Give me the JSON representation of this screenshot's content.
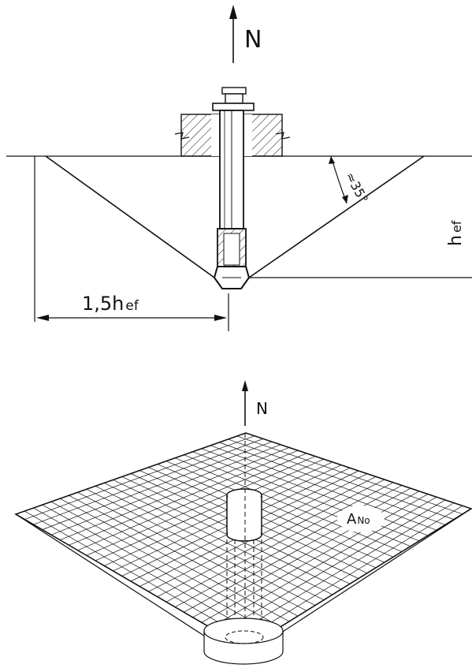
{
  "top_figure": {
    "load_label": "N",
    "angle_label": "≈35°",
    "depth_label": "h",
    "depth_sub": "ef",
    "width_label": "1,5h",
    "width_sub": "ef"
  },
  "bottom_figure": {
    "load_label": "N",
    "area_label": "A",
    "area_sub": "No"
  }
}
